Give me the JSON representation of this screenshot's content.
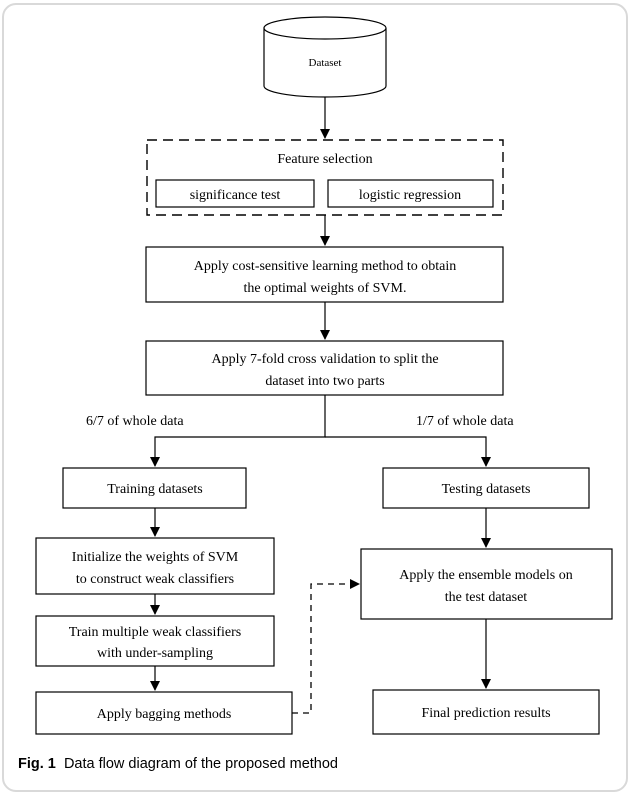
{
  "diagram": {
    "dataset": "Dataset",
    "feature_selection": {
      "title": "Feature selection",
      "option1": "significance test",
      "option2": "logistic regression"
    },
    "cost_sensitive": {
      "line1": "Apply cost-sensitive learning method to obtain",
      "line2": "the optimal weights of  SVM."
    },
    "cross_validation": {
      "line1": "Apply 7-fold cross validation to split the",
      "line2": "dataset into two parts"
    },
    "left_branch_label": "6/7 of whole data",
    "right_branch_label": "1/7 of whole data",
    "training": "Training datasets",
    "testing": "Testing datasets",
    "initialize": {
      "line1": "Initialize the weights of SVM",
      "line2": "to construct weak classifiers"
    },
    "train_multiple": {
      "line1": "Train multiple weak classifiers",
      "line2": "with under-sampling"
    },
    "bagging": "Apply bagging methods",
    "ensemble": {
      "line1": "Apply  the ensemble models on",
      "line2": "the test dataset"
    },
    "final": "Final prediction results"
  },
  "caption": {
    "label": "Fig. 1",
    "text": "Data flow diagram of the proposed method"
  }
}
